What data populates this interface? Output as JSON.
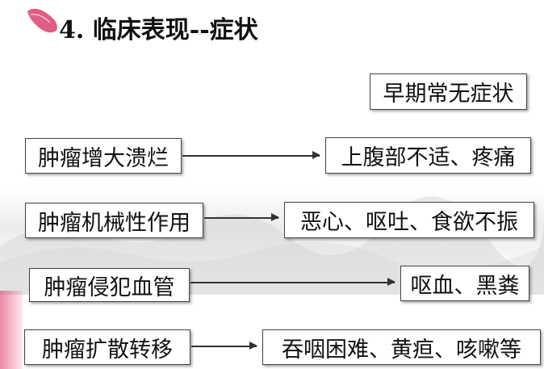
{
  "title": "4. 临床表现--症状",
  "early_note": "早期常无症状",
  "rows": [
    {
      "cause": "肿瘤增大溃烂",
      "symptom": "上腹部不适、疼痛"
    },
    {
      "cause": "肿瘤机械性作用",
      "symptom": "恶心、呕吐、食欲不振"
    },
    {
      "cause": "肿瘤侵犯血管",
      "symptom": "呕血、黑粪"
    },
    {
      "cause": "肿瘤扩散转移",
      "symptom": "吞咽困难、黄疸、咳嗽等"
    }
  ],
  "icons": [
    "petal-icon",
    "arrow-icon"
  ],
  "colors": {
    "border": "#444444",
    "petal": "#d9426e"
  }
}
